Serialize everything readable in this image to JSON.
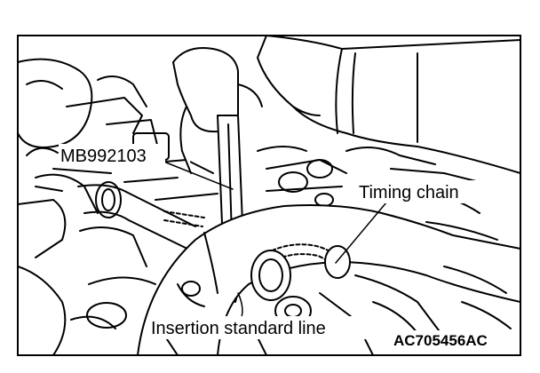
{
  "labels": {
    "tool": "MB992103",
    "chain": "Timing chain",
    "line": "Insertion standard line",
    "code": "AC705456AC"
  }
}
